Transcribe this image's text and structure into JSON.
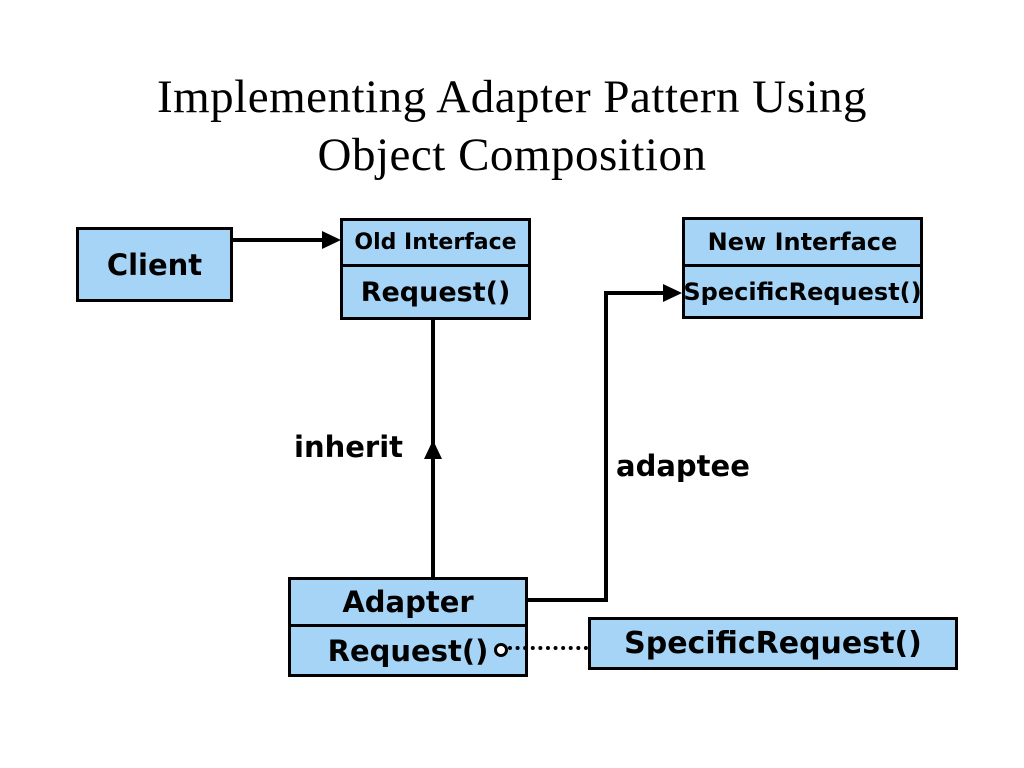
{
  "slide": {
    "title_line1": "Implementing Adapter Pattern Using",
    "title_line2": "Object Composition"
  },
  "nodes": {
    "client": {
      "label": "Client"
    },
    "old_interface": {
      "title": "Old Interface",
      "method": "Request()"
    },
    "new_interface": {
      "title": "New Interface",
      "method": "SpecificRequest()"
    },
    "adapter": {
      "title": "Adapter",
      "method": "Request()"
    },
    "specific_request": {
      "label": "SpecificRequest()"
    }
  },
  "labels": {
    "inherit": "inherit",
    "adaptee": "adaptee"
  },
  "colors": {
    "node_fill": "#A6D4F6",
    "node_border": "#000000",
    "line": "#000000",
    "background": "#FFFFFF"
  }
}
